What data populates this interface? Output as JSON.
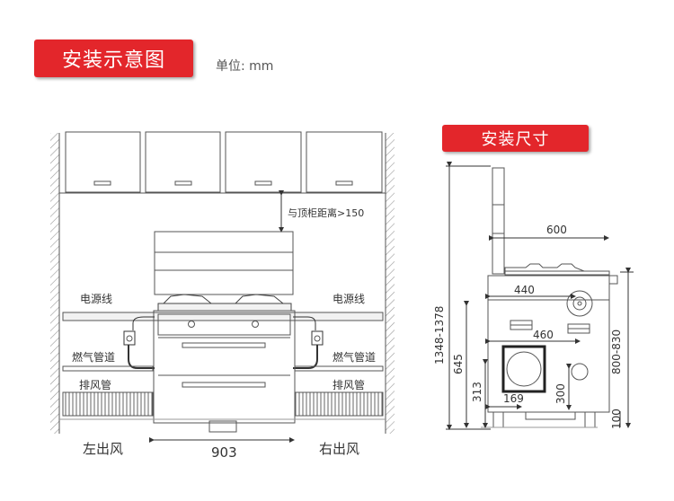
{
  "header": {
    "title": "安装示意图",
    "unit": "单位: mm",
    "section_title": "安装尺寸"
  },
  "left_diagram": {
    "labels": {
      "top_distance": "与顶柜距离>150",
      "power_left": "电源线",
      "power_right": "电源线",
      "gas_left": "燃气管道",
      "gas_right": "燃气管道",
      "vent_left": "排风管",
      "vent_right": "排风管",
      "outlet_left": "左出风",
      "outlet_right": "右出风",
      "width": "903"
    }
  },
  "right_diagram": {
    "dims": {
      "total_height": "1348-1378",
      "depth_top": "600",
      "d440": "440",
      "d460": "460",
      "h645": "645",
      "h313": "313",
      "d169": "169",
      "h300": "300",
      "h800_830": "800-830",
      "h100": "100"
    }
  },
  "colors": {
    "accent": "#e3262b",
    "line": "#333333"
  }
}
